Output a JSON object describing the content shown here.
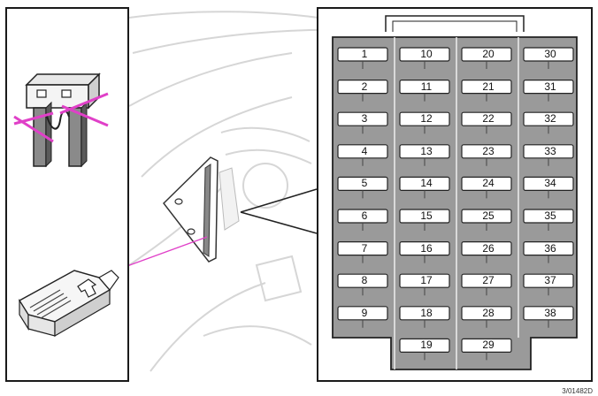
{
  "fuse_box": {
    "columns": [
      [
        "1",
        "2",
        "3",
        "4",
        "5",
        "6",
        "7",
        "8",
        "9"
      ],
      [
        "10",
        "11",
        "12",
        "13",
        "14",
        "15",
        "16",
        "17",
        "18",
        "19"
      ],
      [
        "20",
        "21",
        "22",
        "23",
        "24",
        "25",
        "26",
        "27",
        "28",
        "29"
      ],
      [
        "30",
        "31",
        "32",
        "33",
        "34",
        "35",
        "36",
        "37",
        "38"
      ]
    ]
  },
  "ref_code": "3/01482D",
  "colors": {
    "highlight": "#e040c8",
    "fuse_fill": "#9a9a9a",
    "panel_border": "#1a1a1a"
  },
  "icons": [
    "blade-fuse-icon",
    "fuse-puller-icon",
    "fuse-box-cover-icon",
    "arrow-icon"
  ]
}
